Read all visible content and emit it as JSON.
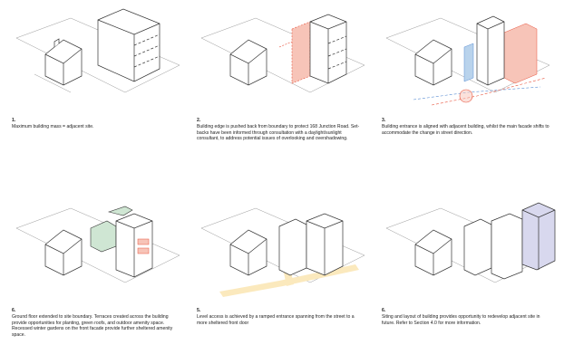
{
  "steps": [
    {
      "number": "1.",
      "text": "Maximum building mass = adjacent site."
    },
    {
      "number": "2.",
      "text": "Building edge is pushed back from boundary to protect 168 Junction Road. Set-backs have been informed through consultation with a daylight/sunlight consultant, to address potential issues of overlooking and overshadowing."
    },
    {
      "number": "3.",
      "text": "Building entrance is aligned with adjacent building, whilst the main facade shifts to accommodate the change in street direction."
    },
    {
      "number": "6.",
      "text": "Ground floor extended to site boundary. Terraces created across the building provide opportunities for planting, green roofs, and outdoor amenity space. Recessed winter gardens on the front facade provide further sheltered amenity space."
    },
    {
      "number": "5.",
      "text": "Level access is achieved by a ramped entrance spanning from the street to a more sheltered front door"
    },
    {
      "number": "6.",
      "text": "Siting and layout of building provides opportunity to redevelop adjacent site in future. Refer to Section 4.0 for more information."
    }
  ],
  "colors": {
    "line": "#333333",
    "setback_red": "#e8553f",
    "setback_red_fill": "#f7c4b8",
    "entrance_blue": "#b9d3ec",
    "axis_blue": "#5b8fd4",
    "terrace_green": "#cfe6d3",
    "ramp_yellow": "#fbe9bd",
    "future_purple": "#d8d8ee"
  }
}
